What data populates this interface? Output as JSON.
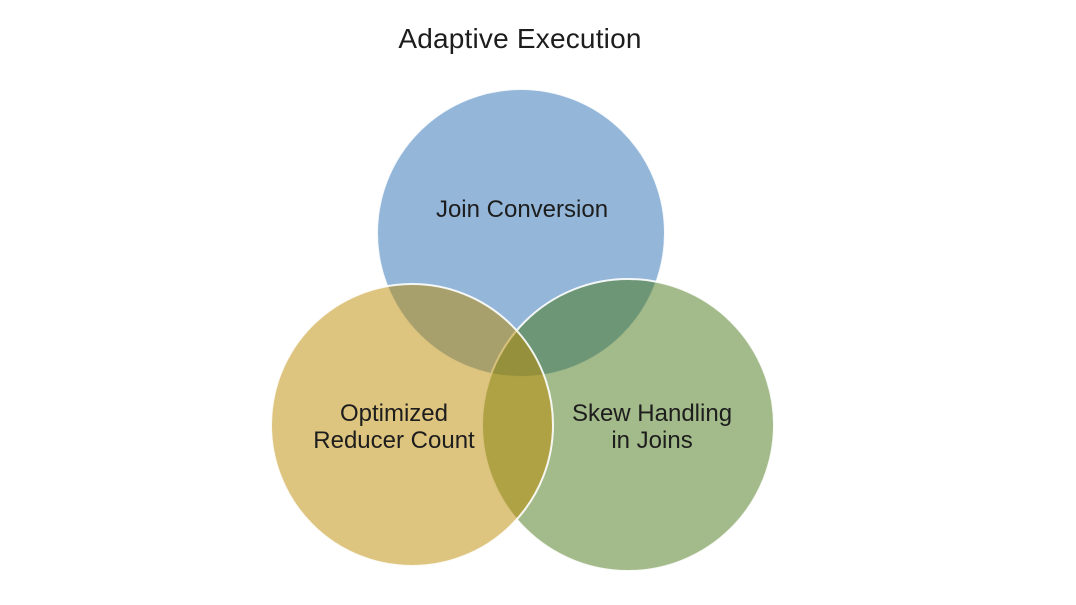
{
  "title": "Adaptive Execution",
  "venn": {
    "diagram_type": "venn-3",
    "background": "#FFFFFF",
    "text_color": "#1D1D1D",
    "circle_outline_color": "#FFFFFF",
    "circles": [
      {
        "id": "join-conversion",
        "label": "Join Conversion",
        "lines": [
          "Join Conversion"
        ],
        "fill": "#276DB3",
        "rendered_color": "#93B6D9",
        "position": "top"
      },
      {
        "id": "optimized-reducer-count",
        "label": "Optimized Reducer Count",
        "lines": [
          "Optimized",
          "Reducer Count"
        ],
        "fill": "#BB8900",
        "rendered_color": "#DDC47F",
        "position": "bottom-left"
      },
      {
        "id": "skew-handling-in-joins",
        "label": "Skew Handling in Joins",
        "lines": [
          "Skew Handling",
          "in Joins"
        ],
        "fill": "#477515",
        "rendered_color": "#A3B88A",
        "position": "bottom-right"
      }
    ],
    "overlap_rendered_colors": {
      "top_and_bottom_left": "#AAA46C",
      "top_and_bottom_right": "#729A89",
      "bottom_left_and_bottom_right": "#B3AA4E",
      "all_three": "#94914A"
    }
  }
}
